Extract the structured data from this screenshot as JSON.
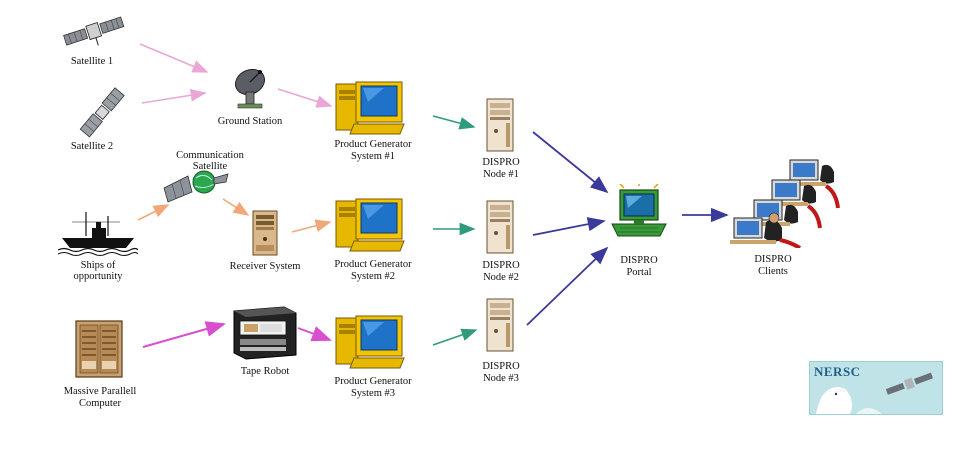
{
  "labels": {
    "satellite1": "Satellite 1",
    "satellite2": "Satellite 2",
    "ground_station": "Ground Station",
    "comm_satellite_line1": "Communication",
    "comm_satellite_line2": "Satellite",
    "ships_line1": "Ships of",
    "ships_line2": "opportunity",
    "receiver_system": "Receiver System",
    "massive_parallel_line1": "Massive Parallell",
    "massive_parallel_line2": "Computer",
    "tape_robot": "Tape Robot",
    "pgs1_line1": "Product Generator",
    "pgs1_line2": "System #1",
    "pgs2_line1": "Product Generator",
    "pgs2_line2": "System #2",
    "pgs3_line1": "Product Generator",
    "pgs3_line2": "System #3",
    "node1_line1": "DISPRO",
    "node1_line2": "Node #1",
    "node2_line1": "DISPRO",
    "node2_line2": "Node #2",
    "node3_line1": "DISPRO",
    "node3_line2": "Node #3",
    "portal_line1": "DISPRO",
    "portal_line2": "Portal",
    "clients_line1": "DISPRO",
    "clients_line2": "Clients",
    "logo": "NERSC"
  },
  "colors": {
    "arrow_pink": "#e9a6d6",
    "arrow_orange": "#f0a878",
    "arrow_magenta": "#d84fd0",
    "arrow_teal": "#2f9a7c",
    "arrow_navy": "#3b3a9a",
    "logo_bg": "#bfe3e6",
    "logo_text": "#1f5e8a"
  },
  "icons": {
    "satellite": "satellite-icon",
    "dish": "satellite-dish-icon",
    "ship": "ship-icon",
    "globe": "globe-icon",
    "server": "server-tower-icon",
    "workstation": "computer-workstation-icon",
    "tape": "tape-robot-icon",
    "portal": "portal-computer-icon",
    "clients": "client-users-icon"
  }
}
